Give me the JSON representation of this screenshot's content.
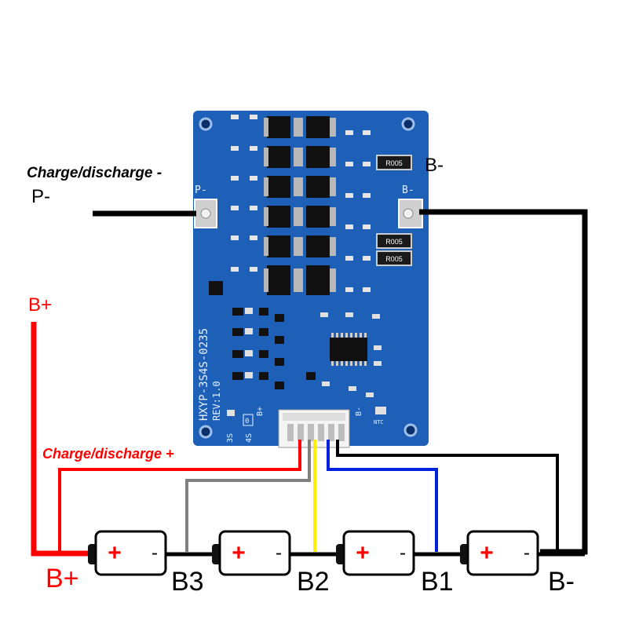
{
  "labels": {
    "charge_discharge_minus": "Charge/discharge -",
    "p_minus": "P-",
    "b_plus_top": "B+",
    "charge_discharge_plus": "Charge/discharge +",
    "b_minus_top": "B-",
    "b_plus_bottom": "B+",
    "b3": "B3",
    "b2": "B2",
    "b1": "B1",
    "b_minus_bottom": "B-"
  },
  "board": {
    "model": "HXYP-3S4S-0235",
    "revision": "REV:1.0",
    "pad_p_minus": "P-",
    "pad_b_minus": "B-",
    "resistor_label": "R005",
    "mode_3s": "3S",
    "mode_4s": "4S",
    "silk_b_plus": "B+",
    "silk_b_minus": "B-",
    "silk_ntc": "NTC",
    "silk_zero": "0",
    "color": "#1e5fb8"
  },
  "batteries": [
    {
      "plus": "+",
      "minus": "-"
    },
    {
      "plus": "+",
      "minus": "-"
    },
    {
      "plus": "+",
      "minus": "-"
    },
    {
      "plus": "+",
      "minus": "-"
    }
  ],
  "wire_colors": {
    "positive": "#ff0000",
    "balance_b3": "#808080",
    "balance_b2": "#ffee00",
    "balance_b1": "#0022dd",
    "negative": "#000000"
  }
}
